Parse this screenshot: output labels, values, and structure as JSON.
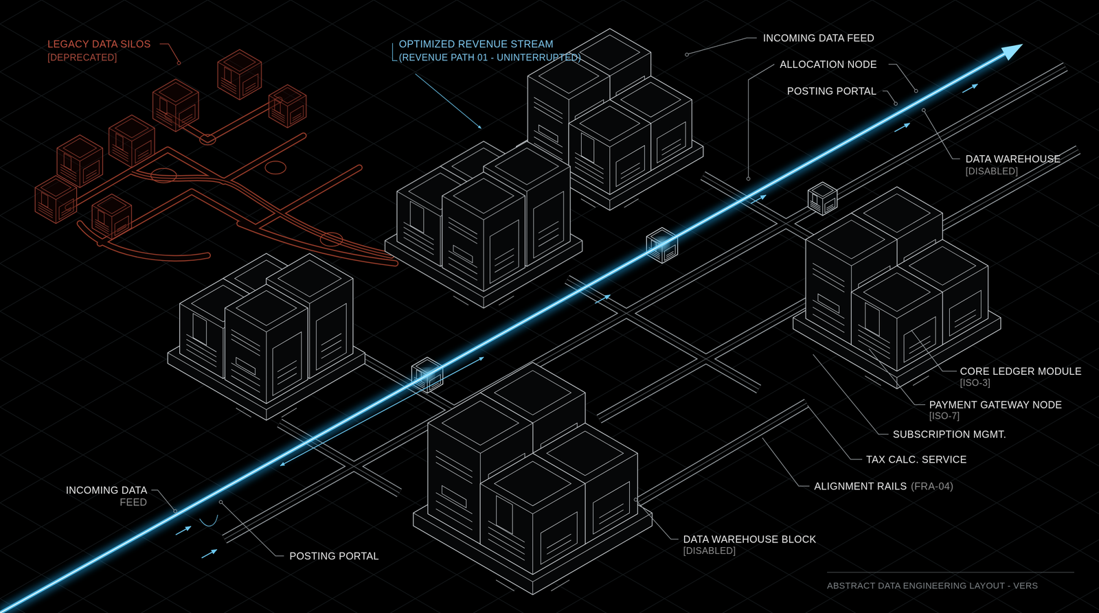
{
  "diagram": {
    "caption": "ABSTRACT DATA ENGINEERING LAYOUT - VERS",
    "labels": [
      "LEGACY DATA SILOS",
      "[DEPRECATED]",
      "OPTIMIZED REVENUE STREAM",
      "(REVENUE PATH 01 - UNINTERRUPTED)",
      "INCOMING DATA FEED",
      "ALLOCATION NODE",
      "POSTING PORTAL",
      "DATA WAREHOUSE",
      "[DISABLED]",
      "CORE LEDGER MODULE",
      "[ISO-3]",
      "PAYMENT GATEWAY NODE",
      "[ISO-7]",
      "SUBSCRIPTION MGMT.",
      "TAX CALC. SERVICE",
      "ALIGNMENT RAILS",
      "(FRA-04)",
      "INCOMING DATA",
      "FEED",
      "DATA WAREHOUSE BLOCK",
      "[DISABLED]",
      "POSTING PORTAL"
    ]
  }
}
